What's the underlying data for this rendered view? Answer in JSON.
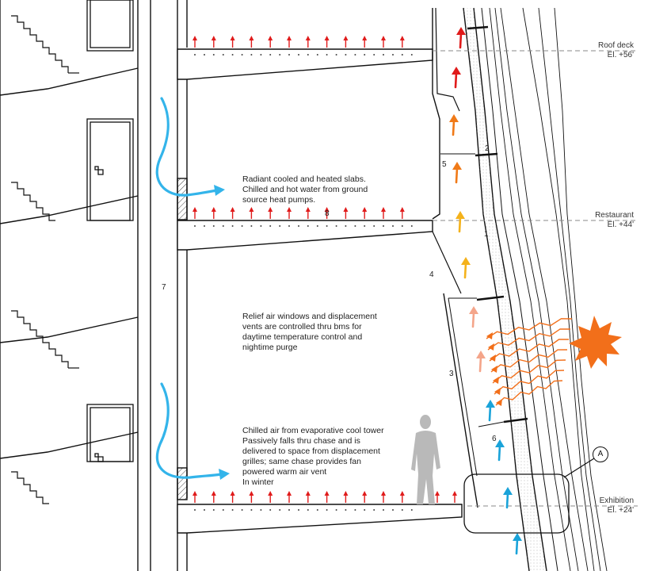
{
  "notes": {
    "radiant": "Radiant cooled and heated slabs.\nChilled and hot water from ground\nsource heat pumps.",
    "relief": "Relief air windows and displacement\nvents are controlled thru bms for\ndaytime temperature control and\nnightime purge",
    "chilled": "Chilled air from evaporative cool tower\nPassively falls thru chase and is\ndelivered to space from displacement\ngrilles; same chase provides fan\npowered warm air vent\nIn winter"
  },
  "numbers": {
    "n1": "1",
    "n2": "2",
    "n3": "3",
    "n4": "4",
    "n5": "5",
    "n6": "6",
    "n7": "7",
    "n8": "8"
  },
  "levels": {
    "roof_name": "Roof deck",
    "roof_el": "El. +56'",
    "restaurant_name": "Restaurant",
    "restaurant_el": "El. +44'",
    "exhibition_name": "Exhibition",
    "exhibition_el": "El. +24'"
  },
  "detail_callout": "A",
  "colors": {
    "supply_arrow": "#e01b1b",
    "airflow_blue": "#33b4ea",
    "cool_arrow": "#1aa3d9",
    "warm_orange": "#f07a18",
    "warm_yellow": "#f4b21c",
    "warm_pink": "#f4a58a",
    "sun": "#f26f1a",
    "person": "#b9b9b9"
  },
  "icons": [
    "sun-icon",
    "person-silhouette",
    "door-icon",
    "stair-icon",
    "airflow-arrow-icon"
  ]
}
